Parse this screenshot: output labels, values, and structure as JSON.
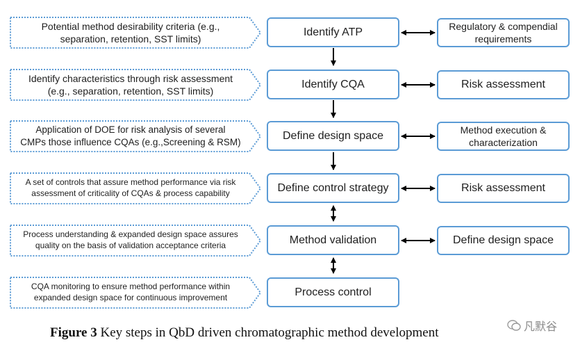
{
  "left_boxes": [
    {
      "line1": "Potential method desirability criteria (e.g.,",
      "line2": "separation, retention, SST limits)"
    },
    {
      "line1": "Identify characteristics through risk assessment",
      "line2": "(e.g., separation, retention, SST limits)"
    },
    {
      "line1": "Application of DOE for risk analysis of several",
      "line2": "CMPs those influence CQAs (e.g.,Screening & RSM)"
    },
    {
      "line1": "A set of controls that assure method performance via risk",
      "line2": "assessment of criticality of CQAs & process capability"
    },
    {
      "line1": "Process understanding & expanded design space assures",
      "line2": "quality on the basis of validation acceptance criteria"
    },
    {
      "line1": "CQA monitoring to ensure method performance within",
      "line2": "expanded design space for continuous improvement"
    }
  ],
  "steps": [
    "Identify ATP",
    "Identify CQA",
    "Define design space",
    "Define control strategy",
    "Method validation",
    "Process control"
  ],
  "right_boxes": [
    {
      "text": "Regulatory & compendial\nrequirements"
    },
    {
      "text": "Risk assessment"
    },
    {
      "text": "Method execution &\ncharacterization"
    },
    {
      "text": "Risk assessment"
    },
    {
      "text": "Define design space"
    }
  ],
  "caption": {
    "label": "Figure 3",
    "text": " Key steps in QbD driven chromatographic method development"
  },
  "watermark": "凡默谷",
  "colors": {
    "box_border": "#5b9bd5",
    "dotted_border": "#5b9bd5",
    "arrow": "#000000"
  }
}
